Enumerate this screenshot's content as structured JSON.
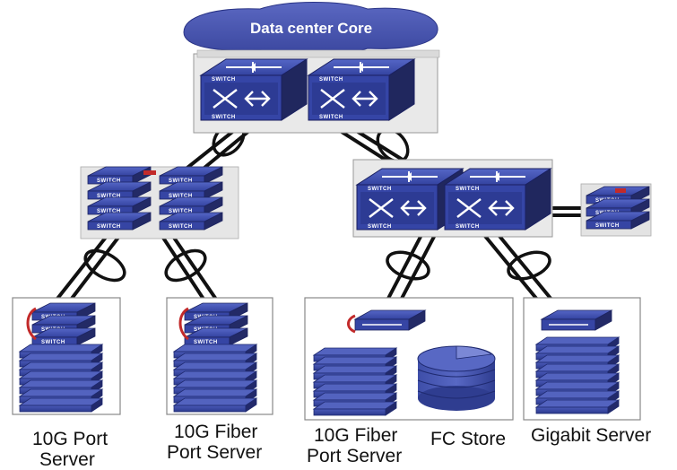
{
  "core": {
    "label": "Data center Core"
  },
  "switch_tag": "SWITCH",
  "labels": {
    "ten_g_port": [
      "10G Port",
      "Server"
    ],
    "ten_g_fiber_1": [
      "10G Fiber",
      "Port Server"
    ],
    "ten_g_fiber_2": [
      "10G Fiber",
      "Port Server"
    ],
    "fc_store": "FC Store",
    "gigabit": "Gigabit Server"
  },
  "colors": {
    "switch_top": "#3d4fa8",
    "switch_side": "#2a2f66",
    "server": "#3a4aa6",
    "cloud": "#4a57b0",
    "link": "#111111"
  }
}
